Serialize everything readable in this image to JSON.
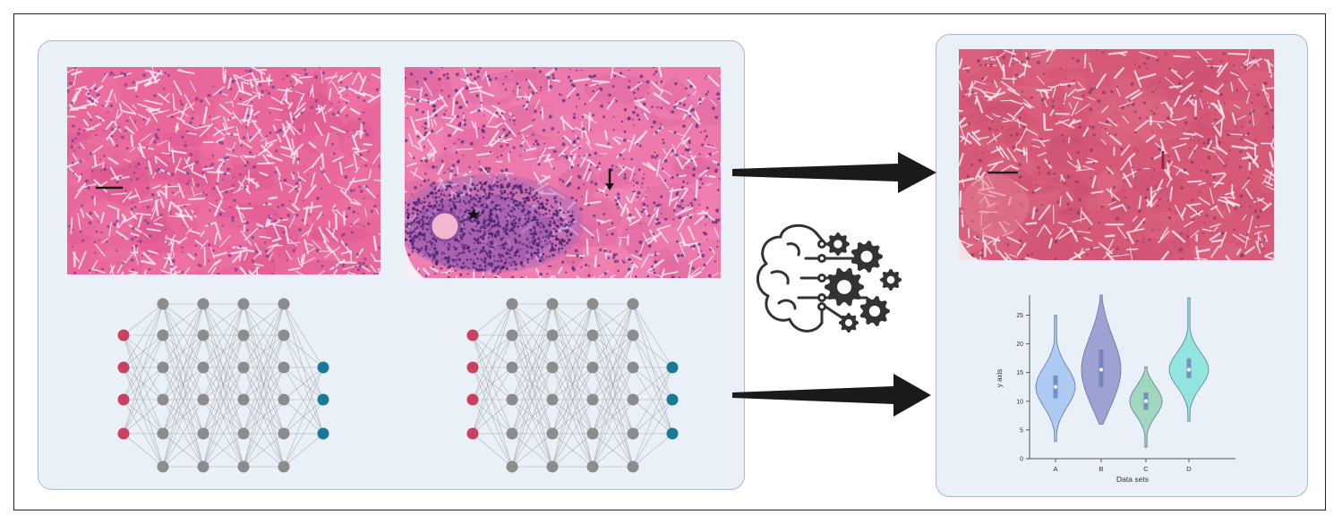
{
  "colors": {
    "panel_fill": "#e9f0f8",
    "panel_border": "#a9b9cc",
    "tissue_pink": "#e8629a",
    "tissue_purple": "#6a3d9a",
    "input_node": "#c8415e",
    "hidden_node": "#8c8c8c",
    "output_node": "#1a7a96",
    "arrow": "#1a1a1a",
    "violin_a": "#a9c8f2",
    "violin_b": "#9a9ed0",
    "violin_c": "#9fd6bd",
    "violin_d": "#8fe6de"
  },
  "icons": {
    "ai_brain": "brain-gears-icon",
    "marker_star": "star-marker",
    "marker_arrow": "arrow-marker"
  },
  "network": {
    "layers": [
      4,
      6,
      6,
      6,
      6,
      3
    ]
  },
  "chart_data": {
    "type": "violin",
    "title": "",
    "xlabel": "Data sets",
    "ylabel": "y axis",
    "categories": [
      "A",
      "B",
      "C",
      "D"
    ],
    "y_ticks": [
      "0",
      "5",
      "10",
      "15",
      "20",
      "25"
    ],
    "ylim": [
      0,
      25
    ],
    "series": [
      {
        "category": "A",
        "min": 3,
        "q1": 10.5,
        "median": 12.5,
        "q3": 14.5,
        "max": 25,
        "color": "#a9c8f2"
      },
      {
        "category": "B",
        "min": 6,
        "q1": 12.5,
        "median": 15.5,
        "q3": 19,
        "max": 28.5,
        "color": "#9a9ed0"
      },
      {
        "category": "C",
        "min": 2,
        "q1": 8.5,
        "median": 10,
        "q3": 11.5,
        "max": 16,
        "color": "#9fd6bd"
      },
      {
        "category": "D",
        "min": 6.5,
        "q1": 14,
        "median": 15.5,
        "q3": 17.5,
        "max": 28,
        "color": "#8fe6de"
      }
    ],
    "grid": false,
    "legend": "none"
  }
}
